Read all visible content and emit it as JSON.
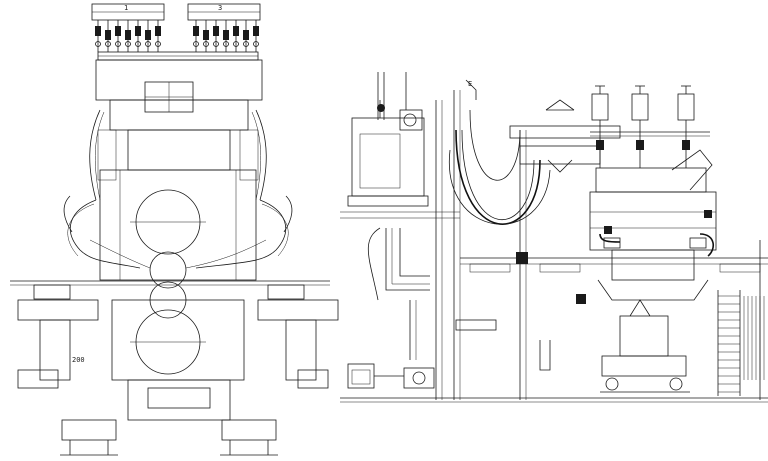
{
  "drawing": {
    "views": [
      {
        "id": "front-view",
        "kind": "rolling-mill-stand-elevation"
      },
      {
        "id": "side-view",
        "kind": "furnace-equipment-elevation"
      }
    ],
    "labels": {
      "callout_a": "1",
      "callout_b": "3",
      "callout_c": "200",
      "callout_d": "E"
    },
    "colors": {
      "line": "#1a1a1a",
      "background": "#ffffff"
    }
  }
}
